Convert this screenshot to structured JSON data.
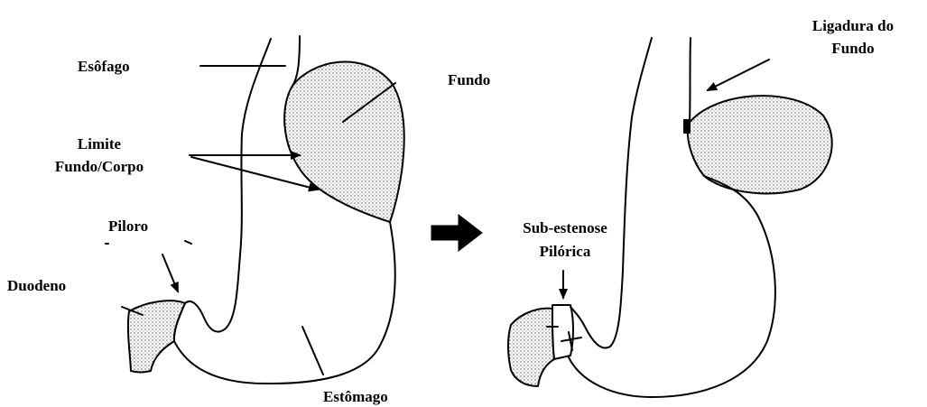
{
  "labels": {
    "esofago": "Esôfago",
    "fundo": "Fundo",
    "limite_line1": "Limite",
    "limite_line2": "Fundo/Corpo",
    "piloro": "Piloro",
    "duodeno": "Duodeno",
    "estomago": "Estômago",
    "ligadura_line1": "Ligadura do",
    "ligadura_line2": "Fundo",
    "subestenose_line1": "Sub-estenose",
    "subestenose_line2": "Pilórica"
  },
  "colors": {
    "ink": "#000000",
    "background": "#ffffff",
    "fundus_fill": "dotted-gray"
  },
  "icons": {
    "transition": "right-arrow-icon"
  }
}
